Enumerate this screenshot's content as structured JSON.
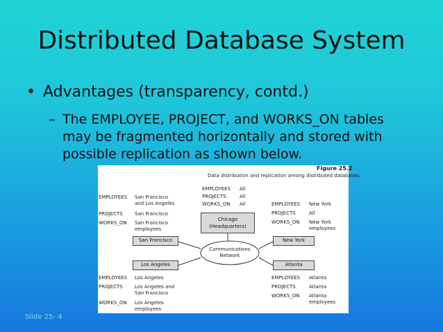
{
  "slide": {
    "title": "Distributed Database System",
    "bullet": "Advantages (transparency, contd.)",
    "sub_bullet": "The EMPLOYEE, PROJECT, and WORKS_ON tables may be fragmented horizontally and stored with possible replication as shown below.",
    "slide_number": "Slide 25- 4"
  },
  "figure": {
    "label": "Figure 25.2",
    "caption": "Data distribution and replication among distributed databases.",
    "hub": "Communications Network",
    "chicago": {
      "name": "Chicago (Headquarters)",
      "rows": [
        {
          "table": "EMPLOYEES",
          "value": "All"
        },
        {
          "table": "PROJECTS",
          "value": "All"
        },
        {
          "table": "WORKS_ON",
          "value": "All"
        }
      ]
    },
    "san_francisco": {
      "name": "San Francisco",
      "rows": [
        {
          "table": "EMPLOYEES",
          "value": "San Francisco and Los Angeles"
        },
        {
          "table": "PROJECTS",
          "value": "San Francisco"
        },
        {
          "table": "WORKS_ON",
          "value": "San Francisco employees"
        }
      ]
    },
    "new_york": {
      "name": "New York",
      "rows": [
        {
          "table": "EMPLOYEES",
          "value": "New York"
        },
        {
          "table": "PROJECTS",
          "value": "All"
        },
        {
          "table": "WORKS_ON",
          "value": "New York employees"
        }
      ]
    },
    "los_angeles": {
      "name": "Los Angeles",
      "rows": [
        {
          "table": "EMPLOYEES",
          "value": "Los Angeles"
        },
        {
          "table": "PROJECTS",
          "value": "Los Angeles and San Francisco"
        },
        {
          "table": "WORKS_ON",
          "value": "Los Angeles employees"
        }
      ]
    },
    "atlanta": {
      "name": "Atlanta",
      "rows": [
        {
          "table": "EMPLOYEES",
          "value": "Atlanta"
        },
        {
          "table": "PROJECTS",
          "value": "Atlanta"
        },
        {
          "table": "WORKS_ON",
          "value": "Atlanta employees"
        }
      ]
    }
  }
}
